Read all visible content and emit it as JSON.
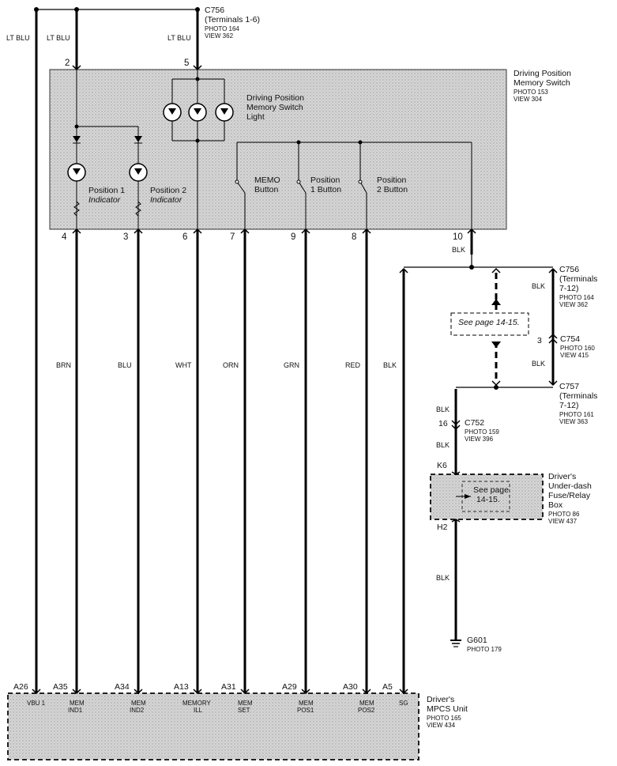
{
  "connectors": {
    "c756_top": {
      "id": "C756",
      "detail": "(Terminals 1-6)",
      "photo": "PHOTO 164",
      "view": "VIEW 362"
    },
    "c756_right": {
      "id": "C756",
      "detail1": "(Terminals",
      "detail2": "7-12)",
      "photo": "PHOTO 164",
      "view": "VIEW 362"
    },
    "c754": {
      "id": "C754",
      "photo": "PHOTO 160",
      "view": "VIEW 415",
      "pin": "3"
    },
    "c757": {
      "id": "C757",
      "detail1": "(Terminals",
      "detail2": "7-12)",
      "photo": "PHOTO 161",
      "view": "VIEW 363"
    },
    "c752": {
      "id": "C752",
      "photo": "PHOTO 159",
      "view": "VIEW 396",
      "pin": "16"
    }
  },
  "switch_unit": {
    "title1": "Driving Position",
    "title2": "Memory Switch",
    "photo": "PHOTO 153",
    "view": "VIEW 304",
    "light1": "Driving Position",
    "light2": "Memory Switch",
    "light3": "Light",
    "pos1_ind1": "Position 1",
    "pos1_ind2": "Indicator",
    "pos2_ind1": "Position 2",
    "pos2_ind2": "Indicator",
    "memo1": "MEMO",
    "memo2": "Button",
    "pos1btn1": "Position",
    "pos1btn2": "1 Button",
    "pos2btn1": "Position",
    "pos2btn2": "2 Button",
    "top_pins": [
      "2",
      "5"
    ],
    "bottom_pins": [
      "4",
      "3",
      "6",
      "7",
      "9",
      "8",
      "10"
    ]
  },
  "wires": {
    "top": [
      "LT BLU",
      "LT BLU",
      "LT BLU"
    ],
    "mid": [
      "BRN",
      "BLU",
      "WHT",
      "ORN",
      "GRN",
      "RED",
      "BLK"
    ],
    "blk": "BLK"
  },
  "see_page": "See page 14-15.",
  "fuse_box": {
    "see1": "See page",
    "see2": "14-15.",
    "pin_top": "K6",
    "pin_bot": "H2",
    "name1": "Driver's",
    "name2": "Under-dash",
    "name3": "Fuse/Relay",
    "name4": "Box",
    "photo": "PHOTO 86",
    "view": "VIEW 437"
  },
  "ground": {
    "id": "G601",
    "photo": "PHOTO 179"
  },
  "mpcs": {
    "name1": "Driver's",
    "name2": "MPCS Unit",
    "photo": "PHOTO 165",
    "view": "VIEW 434",
    "pins": [
      "A26",
      "A35",
      "A34",
      "A13",
      "A31",
      "A29",
      "A30",
      "A5"
    ],
    "terms": [
      [
        "VBU 1",
        ""
      ],
      [
        "MEM",
        "IND1"
      ],
      [
        "MEM",
        "IND2"
      ],
      [
        "MEMORY",
        "ILL"
      ],
      [
        "MEM",
        "SET"
      ],
      [
        "MEM",
        "POS1"
      ],
      [
        "MEM",
        "POS2"
      ],
      [
        "SG",
        ""
      ]
    ]
  }
}
